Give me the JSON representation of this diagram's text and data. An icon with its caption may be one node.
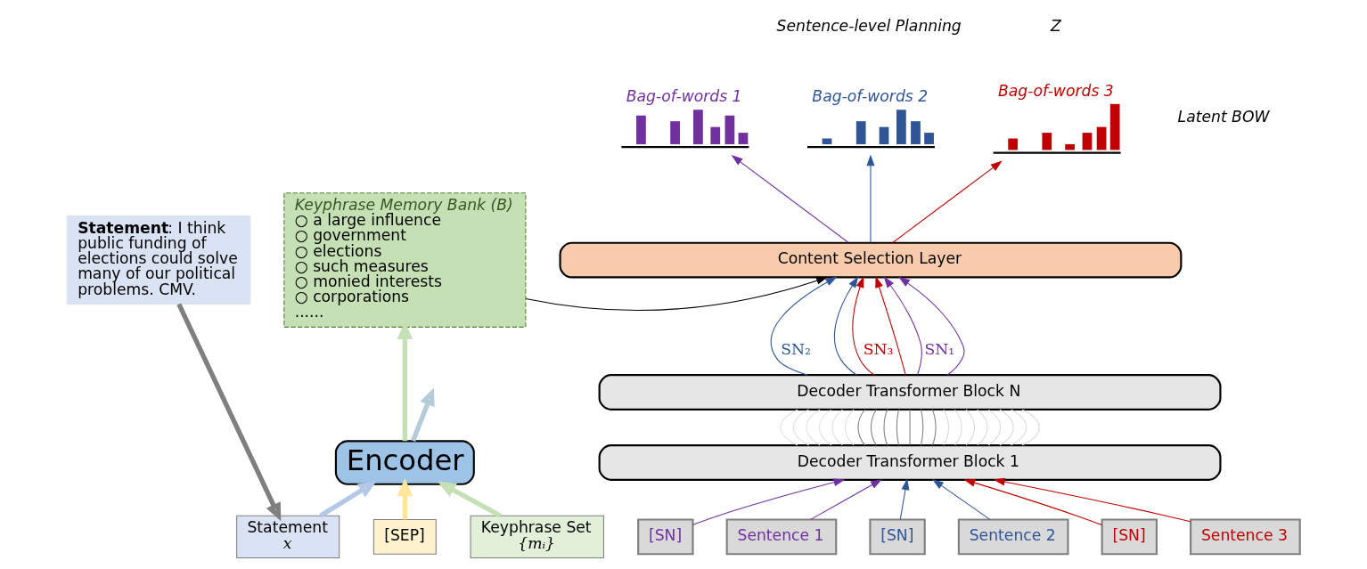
{
  "diagram": {
    "nodes": [
      {
        "text": [
          "**Statement**: I think public funding of elections could solve many of our political problems. CMV."
        ]
      },
      {
        "text": [
          "Keyphrase Memory Bank (B)",
          "○ a large influence",
          "○ government",
          "○ elections",
          "○ such measures",
          "○ monied interests",
          "○ corporations",
          "......"
        ]
      },
      {
        "text": [
          "Encoder"
        ]
      },
      {
        "text": [
          "Statement",
          "x"
        ]
      },
      {
        "text": [
          "[SEP]"
        ]
      },
      {
        "text": [
          "Keyphrase Set",
          "{mᵢ}"
        ]
      },
      {
        "text": [
          "Bag-of-words 1"
        ]
      },
      {
        "text": [
          "Bag-of-words 2"
        ]
      },
      {
        "text": [
          "Bag-of-words 3"
        ]
      },
      {
        "text": [
          "Content Selection Layer"
        ]
      },
      {
        "text": [
          "Decoder Transformer Block N"
        ]
      },
      {
        "text": [
          "Decoder Transformer Block 1"
        ]
      },
      {
        "text": [
          "[SN]"
        ]
      },
      {
        "text": [
          "Sentence 1"
        ]
      },
      {
        "text": [
          "[SN]"
        ]
      },
      {
        "text": [
          "Sentence 2"
        ]
      },
      {
        "text": [
          "[SN]"
        ]
      },
      {
        "text": [
          "Sentence 3"
        ]
      }
    ],
    "edges": [
      {
        "from": 0,
        "to": 3,
        "arrow": "to",
        "style": "thick",
        "color": "#7f7f7f"
      },
      {
        "from": 3,
        "to": 2,
        "arrow": "to",
        "style": "thick",
        "color": "#b4c7e7"
      },
      {
        "from": 4,
        "to": 2,
        "arrow": "to",
        "style": "thick",
        "color": "#ffe699"
      },
      {
        "from": 5,
        "to": 2,
        "arrow": "to",
        "style": "thick",
        "color": "#c5e0b4"
      },
      {
        "from": 2,
        "to": 1,
        "arrow": "to",
        "style": "thick",
        "color": "#c5e0b4"
      },
      {
        "from": 2,
        "to": null,
        "arrow": "to",
        "style": "thick",
        "color": "#b4ccd8"
      },
      {
        "from": 1,
        "to": 9,
        "arrow": "to",
        "color": "#000000"
      },
      {
        "from": 12,
        "to": 11,
        "arrow": "to",
        "color": "#7030a0"
      },
      {
        "from": 13,
        "to": 11,
        "arrow": "to",
        "color": "#7030a0"
      },
      {
        "from": 14,
        "to": 11,
        "arrow": "to",
        "color": "#2f5597"
      },
      {
        "from": 15,
        "to": 11,
        "arrow": "to",
        "color": "#2f5597"
      },
      {
        "from": 16,
        "to": 11,
        "arrow": "to",
        "color": "#c00000"
      },
      {
        "from": 17,
        "to": 11,
        "arrow": "to",
        "color": "#c00000"
      },
      {
        "from": 11,
        "to": 10,
        "arrow": "none",
        "color": "#e0e0e0"
      },
      {
        "from": 11,
        "to": 10,
        "arrow": "none",
        "color": "#e0e0e0"
      },
      {
        "from": 11,
        "to": 10,
        "arrow": "none",
        "color": "#e0e0e0"
      },
      {
        "from": 11,
        "to": 10,
        "arrow": "none",
        "color": "#e0e0e0"
      },
      {
        "from": 11,
        "to": 10,
        "arrow": "none",
        "color": "#e0e0e0"
      },
      {
        "from": 11,
        "to": 10,
        "arrow": "none",
        "color": "#e0e0e0"
      },
      {
        "from": 11,
        "to": 10,
        "arrow": "none",
        "color": "#808080"
      },
      {
        "from": 11,
        "to": 10,
        "arrow": "none",
        "color": "#808080"
      },
      {
        "from": 11,
        "to": 10,
        "arrow": "none",
        "color": "#808080"
      },
      {
        "from": 11,
        "to": 10,
        "arrow": "none",
        "color": "#808080"
      },
      {
        "from": 11,
        "to": 10,
        "arrow": "none",
        "color": "#808080"
      },
      {
        "from": 11,
        "to": 10,
        "arrow": "none",
        "color": "#808080"
      },
      {
        "from": 11,
        "to": 10,
        "arrow": "none",
        "color": "#808080"
      },
      {
        "from": 11,
        "to": 10,
        "arrow": "none",
        "color": "#d9d9d9"
      },
      {
        "from": 11,
        "to": 10,
        "arrow": "none",
        "color": "#d9d9d9"
      },
      {
        "from": 11,
        "to": 10,
        "arrow": "none",
        "color": "#d9d9d9"
      },
      {
        "from": 11,
        "to": 10,
        "arrow": "none",
        "color": "#d9d9d9"
      },
      {
        "from": 11,
        "to": 10,
        "arrow": "none",
        "color": "#d9d9d9"
      },
      {
        "from": 11,
        "to": 10,
        "arrow": "none",
        "color": "#d9d9d9"
      },
      {
        "from": 11,
        "to": 10,
        "arrow": "none",
        "color": "#d9d9d9"
      },
      {
        "from": 11,
        "to": 10,
        "arrow": "none",
        "color": "#d9d9d9"
      },
      {
        "from": 10,
        "to": 9,
        "arrow": "to",
        "label": "SN₁",
        "color": "#7030a0"
      },
      {
        "from": 10,
        "to": 9,
        "arrow": "to",
        "color": "#7030a0"
      },
      {
        "from": 10,
        "to": 9,
        "arrow": "to",
        "label": "SN₂",
        "color": "#2f5597"
      },
      {
        "from": 10,
        "to": 9,
        "arrow": "to",
        "color": "#2f5597"
      },
      {
        "from": 10,
        "to": 9,
        "arrow": "to",
        "label": "SN₃",
        "color": "#c00000"
      },
      {
        "from": 10,
        "to": 9,
        "arrow": "to",
        "color": "#c00000"
      },
      {
        "from": 9,
        "to": 6,
        "arrow": "to",
        "color": "#7030a0"
      },
      {
        "from": 9,
        "to": 7,
        "arrow": "to",
        "color": "#2f5597"
      },
      {
        "from": 9,
        "to": 8,
        "arrow": "to",
        "color": "#c00000"
      }
    ],
    "labels": [
      "Sentence-level Planning",
      "Z",
      "Latent BOW"
    ]
  }
}
